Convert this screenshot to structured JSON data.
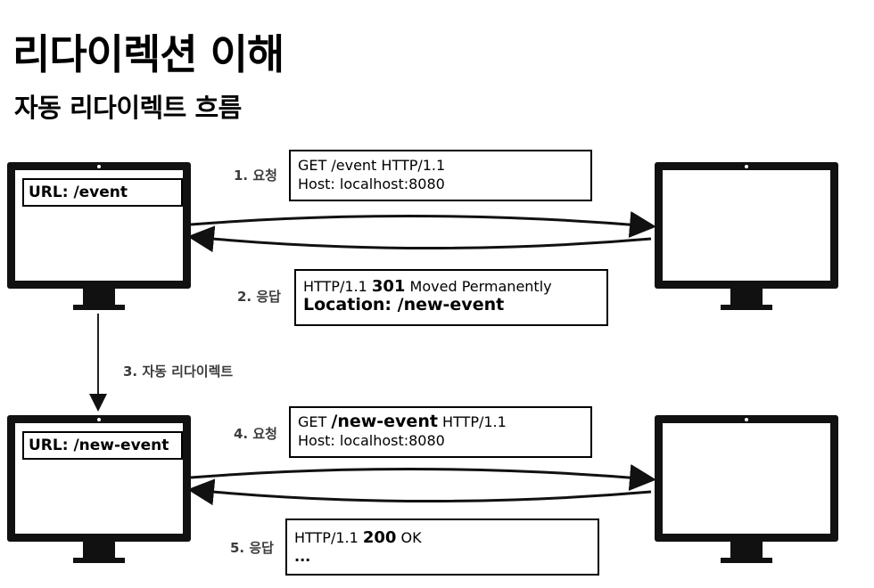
{
  "title": "리다이렉션 이해",
  "subtitle": "자동 리다이렉트 흐름",
  "client1": {
    "url": "URL: /event"
  },
  "client2": {
    "url": "URL: /new-event"
  },
  "steps": {
    "s1": "1. 요청",
    "s2": "2. 응답",
    "s3": "3. 자동 리다이렉트",
    "s4": "4. 요청",
    "s5": "5. 응답"
  },
  "req1": {
    "line1": "GET /event HTTP/1.1",
    "line2": "Host: localhost:8080"
  },
  "res1": {
    "version": "HTTP/1.1",
    "status": "301",
    "reason": "Moved Permanently",
    "location": "Location: /new-event"
  },
  "req2": {
    "method": "GET",
    "path": "/new-event",
    "version": "HTTP/1.1",
    "host": "Host: localhost:8080"
  },
  "res2": {
    "version": "HTTP/1.1",
    "status": "200",
    "reason": "OK",
    "more": "..."
  }
}
